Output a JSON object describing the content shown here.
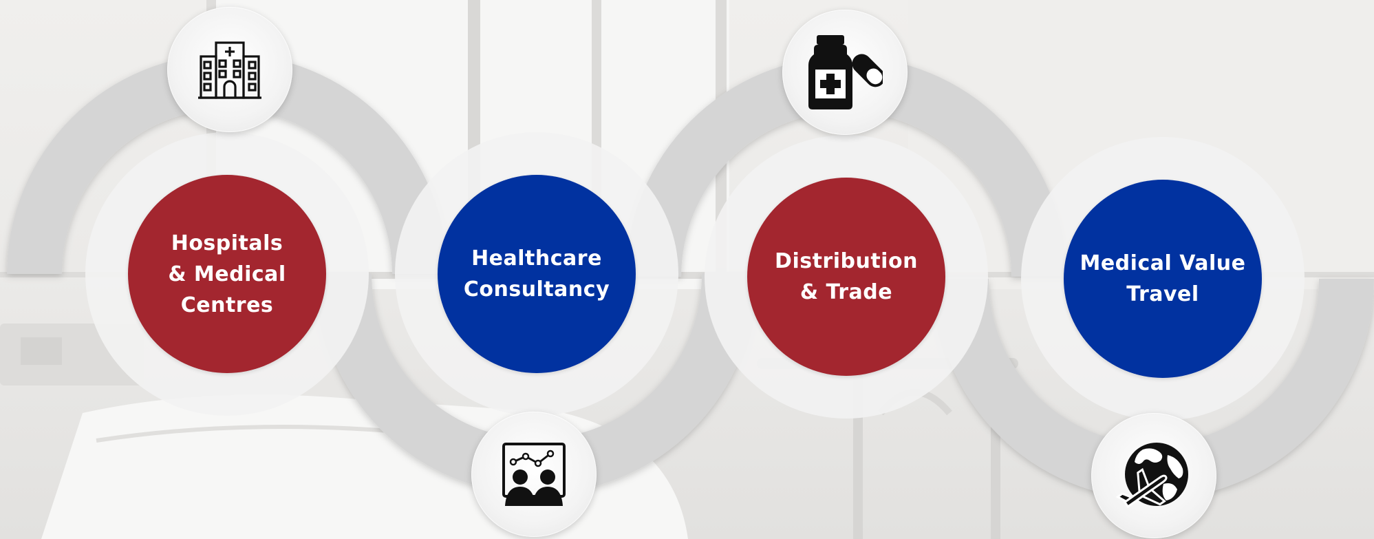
{
  "colors": {
    "red": "#a3262f",
    "blue": "#0132a0",
    "ring": "#d6d6d6",
    "halo": "#f1f1f1",
    "icon": "#111111"
  },
  "services": [
    {
      "label": "Hospitals\n& Medical\nCentres",
      "color": "#a3262f",
      "icon": "hospital-icon"
    },
    {
      "label": "Healthcare\nConsultancy",
      "color": "#0132a0",
      "icon": "presentation-chart-icon"
    },
    {
      "label": "Distribution\n& Trade",
      "color": "#a3262f",
      "icon": "medicine-bottle-pill-icon"
    },
    {
      "label": "Medical Value\nTravel",
      "color": "#0132a0",
      "icon": "globe-airplane-icon"
    }
  ]
}
